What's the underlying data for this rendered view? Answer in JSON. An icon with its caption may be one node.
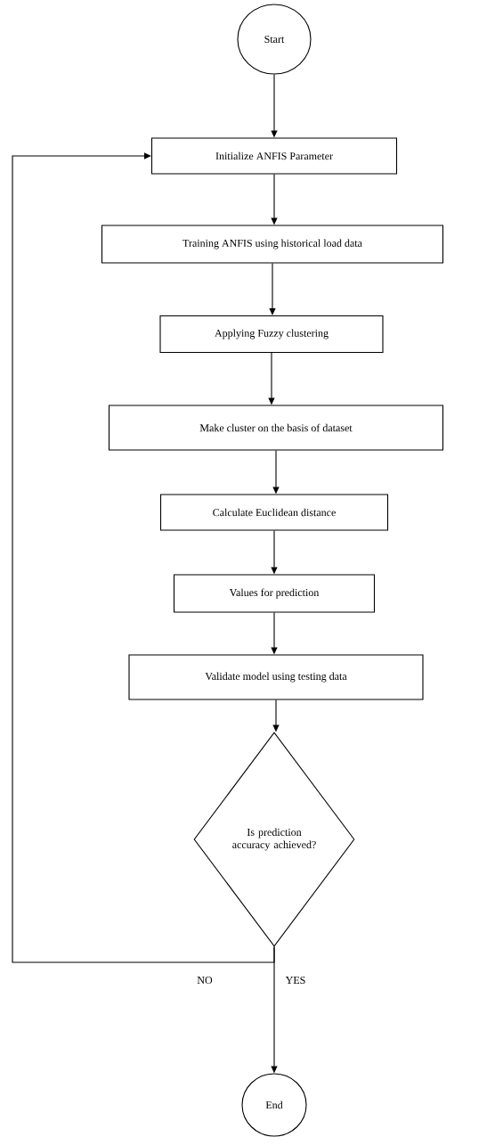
{
  "diagram": {
    "nodes": [
      {
        "text": [
          "Start"
        ]
      },
      {
        "text": [
          "Initialize ANFIS Parameter"
        ]
      },
      {
        "text": [
          "Training ANFIS using historical load data"
        ]
      },
      {
        "text": [
          "Applying Fuzzy clustering"
        ]
      },
      {
        "text": [
          "Make cluster on the basis of dataset"
        ]
      },
      {
        "text": [
          "Calculate Euclidean distance"
        ]
      },
      {
        "text": [
          "Values for prediction"
        ]
      },
      {
        "text": [
          "Validate model using testing data"
        ]
      },
      {
        "text": [
          "Is prediction accuracy achieved?"
        ]
      },
      {
        "text": [
          "End"
        ]
      }
    ],
    "edges": [
      {
        "from": 0,
        "to": 1,
        "arrow": "to"
      },
      {
        "from": 1,
        "to": 2,
        "arrow": "to"
      },
      {
        "from": 2,
        "to": 3,
        "arrow": "to"
      },
      {
        "from": 3,
        "to": 4,
        "arrow": "to"
      },
      {
        "from": 4,
        "to": 5,
        "arrow": "to"
      },
      {
        "from": 5,
        "to": 6,
        "arrow": "to"
      },
      {
        "from": 6,
        "to": 7,
        "arrow": "to"
      },
      {
        "from": 7,
        "to": 8,
        "arrow": "to"
      },
      {
        "from": 8,
        "to": 9,
        "arrow": "to",
        "label": "YES"
      },
      {
        "from": 8,
        "to": 1,
        "arrow": "to",
        "label": "NO"
      }
    ]
  }
}
